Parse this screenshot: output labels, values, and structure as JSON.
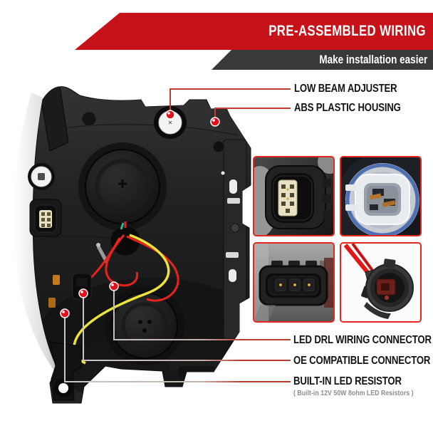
{
  "banner": {
    "title": "PRE-ASSEMBLED WIRING",
    "subtitle": "Make installation easier"
  },
  "callouts": {
    "top": [
      {
        "label": "LOW BEAM ADJUSTER"
      },
      {
        "label": "ABS PLASTIC HOUSING"
      }
    ],
    "bottom": [
      {
        "label": "LED DRL WIRING CONNECTOR"
      },
      {
        "label": "OE COMPATIBLE CONNECTOR"
      },
      {
        "label": "BUILT-IN LED RESISTOR",
        "sublabel": "( Built-in 12V 50W 8ohm LED Resistors )"
      }
    ]
  },
  "icons": {
    "adjuster_cross": "✕"
  },
  "colors": {
    "banner_red": "#c8121a",
    "banner_dark": "#39393b",
    "callout_line_red": "#c23b31",
    "callout_dot_red": "#e60f1a",
    "inset_border_red": "#e5251f",
    "label_black": "#141414",
    "sublabel_gray": "#8e8e8e",
    "wire_yellow": "#ece43a",
    "wire_red": "#e8231f"
  },
  "insets": [
    {
      "name": "multi-pin-oe-connector-closeup"
    },
    {
      "name": "bulb-socket-connector-closeup"
    },
    {
      "name": "three-pin-connector-closeup"
    },
    {
      "name": "led-resistor-socket-closeup"
    }
  ]
}
